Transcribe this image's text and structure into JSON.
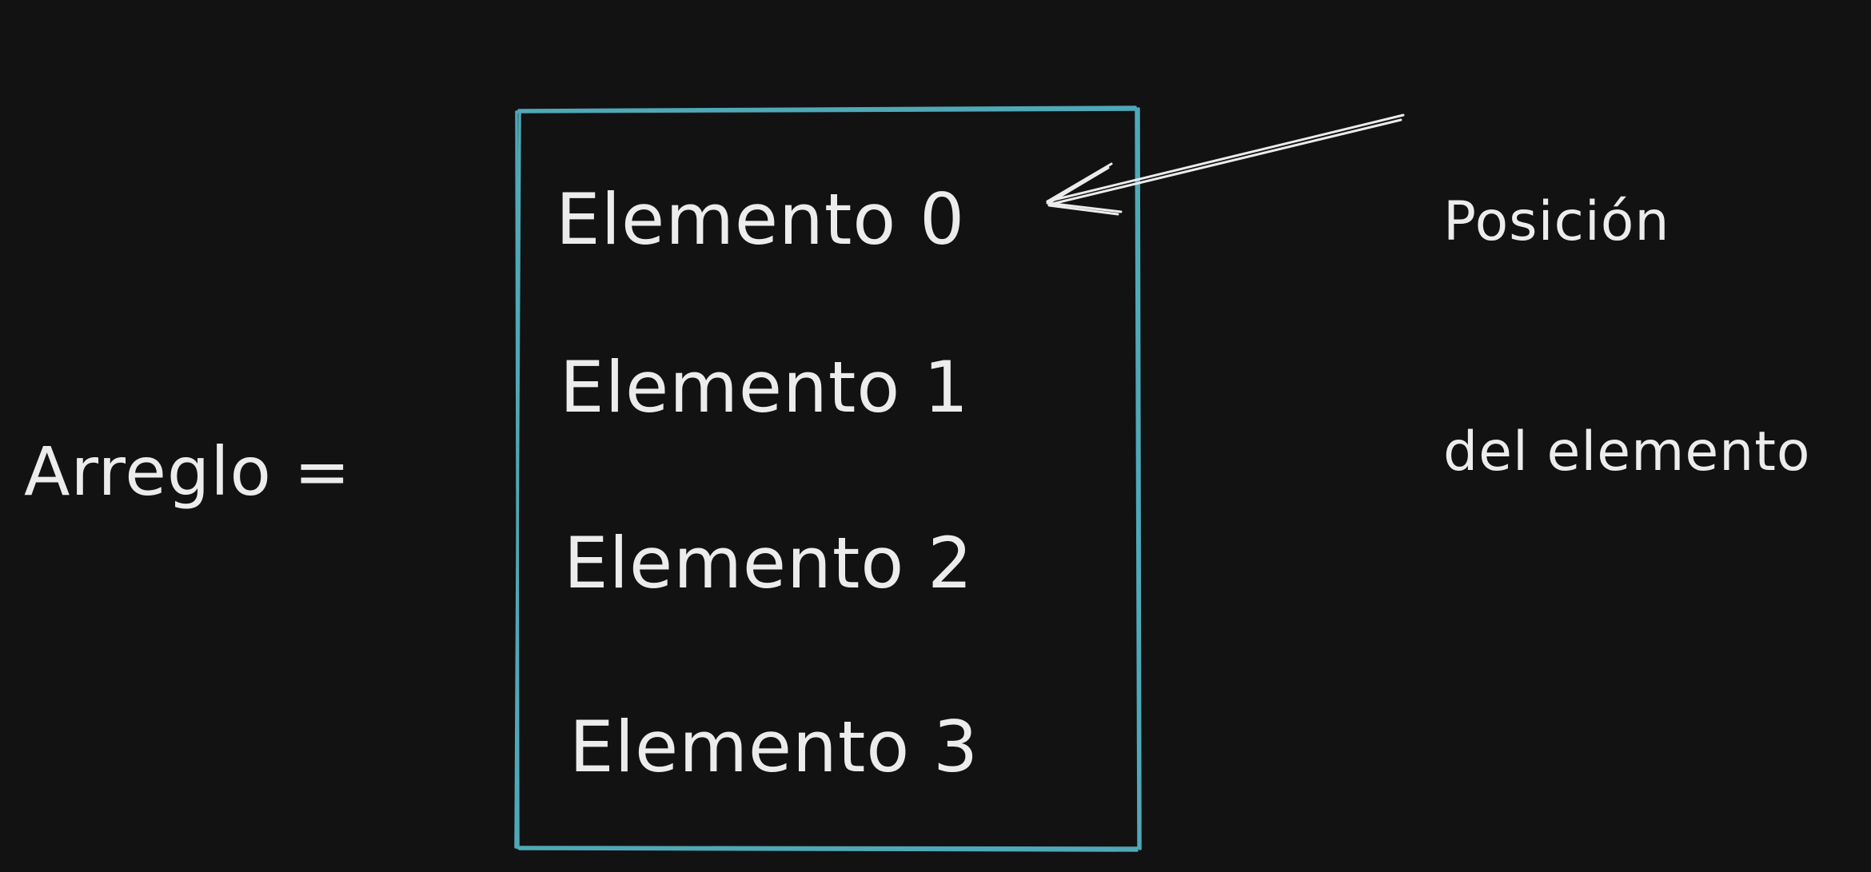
{
  "diagram": {
    "array_label": "Arreglo =",
    "elements": [
      "Elemento 0",
      "Elemento 1",
      "Elemento 2",
      "Elemento 3"
    ],
    "annotation": {
      "line1": "Posición",
      "line2": "del elemento"
    },
    "colors": {
      "background": "#121212",
      "text": "#ececec",
      "box_border": "#4fa8b8",
      "arrow": "#ececec"
    }
  }
}
